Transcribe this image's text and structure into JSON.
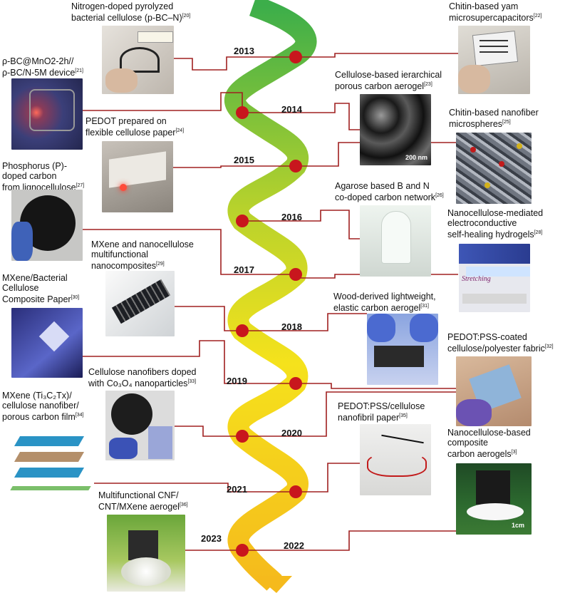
{
  "years": [
    "2013",
    "2014",
    "2015",
    "2016",
    "2017",
    "2018",
    "2019",
    "2020",
    "2021",
    "2022",
    "2023"
  ],
  "items": [
    {
      "text": "Nitrogen-doped pyrolyzed\nbacterial cellulose (p-BC–N)",
      "ref": "[20]"
    },
    {
      "text": "ρ-BC@MnO2-2h//\nρ-BC/N-5M device",
      "ref": "[21]"
    },
    {
      "text": "PEDOT prepared on\nflexible cellulose paper",
      "ref": "[24]"
    },
    {
      "text": "Phosphorus (P)-\ndoped carbon\nfrom lignocellulose",
      "ref": "[27]"
    },
    {
      "text": "MXene and nanocellulose\nmultifunctional\nnanocomposites",
      "ref": "[29]"
    },
    {
      "text": "MXene/Bacterial\nCellulose\nComposite Paper",
      "ref": "[30]"
    },
    {
      "text": "Cellulose nanofibers doped\nwith Co₃O₄ nanoparticles",
      "ref": "[33]"
    },
    {
      "text": "MXene (Ti₃C₂Tx)/\ncellulose nanofiber/\nporous carbon film",
      "ref": "[34]"
    },
    {
      "text": "Multifunctional CNF/\nCNT/MXene aerogel",
      "ref": "[36]"
    },
    {
      "text": "Chitin-based yam\nmicrosupercapacitors",
      "ref": "[22]"
    },
    {
      "text": "Cellulose-based ierarchical\nporous carbon aerogel",
      "ref": "[23]"
    },
    {
      "text": "Chitin-based nanofiber\n microspheres",
      "ref": "[25]"
    },
    {
      "text": "Agarose based B and N\nco-doped carbon network",
      "ref": "[26]"
    },
    {
      "text": "Nanocellulose-mediated\nelectroconductive\nself-healing hydrogels",
      "ref": "[28]"
    },
    {
      "text": "Wood-derived lightweight,\nelastic carbon aerogel",
      "ref": "[31]"
    },
    {
      "text": "PEDOT:PSS-coated\ncellulose/polyester fabric",
      "ref": "[32]"
    },
    {
      "text": "PEDOT:PSS/cellulose\nnanofibril paper",
      "ref": "[35]"
    },
    {
      "text": "Nanocellulose-based\ncomposite\ncarbon aerogels",
      "ref": "[3]"
    }
  ],
  "captions": {
    "scale_200": "200 nm",
    "stretching": "Stretching",
    "scale_1cm": "1cm"
  }
}
